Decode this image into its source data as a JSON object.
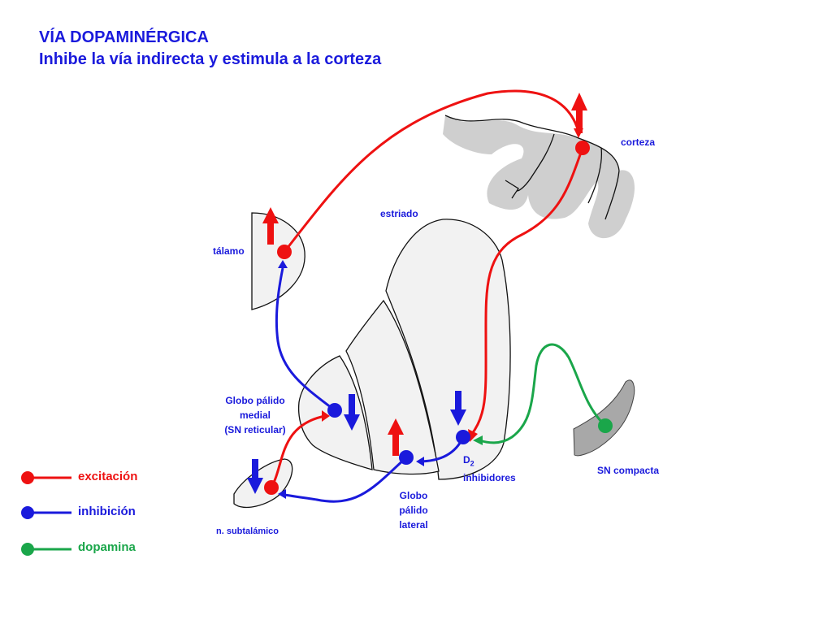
{
  "title": {
    "line1": "VÍA DOPAMINÉRGICA",
    "line2": "Inhibe la vía indirecta y estimula a la corteza"
  },
  "labels": {
    "corteza": "corteza",
    "estriado": "estriado",
    "talamo": "tálamo",
    "gpm_line1": "Globo pálido",
    "gpm_line2": "medial",
    "gpm_line3": "(SN reticular)",
    "d2_main": "D",
    "d2_sub": "2",
    "d2_line2": "inhibidores",
    "sn_compacta": "SN compacta",
    "gpl_line1": "Globo",
    "gpl_line2": "pálido",
    "gpl_line3": "lateral",
    "subtalamico": "n. subtalámico"
  },
  "legend": [
    {
      "label": "excitación",
      "color": "#ee1111"
    },
    {
      "label": "inhibición",
      "color": "#1a1adc"
    },
    {
      "label": "dopamina",
      "color": "#1aa64a"
    }
  ],
  "colors": {
    "excitation": "#ee1111",
    "inhibition": "#1a1adc",
    "dopamine": "#1aa64a",
    "label": "#1a1adc",
    "structure_fill": "#f2f2f2",
    "cortex_fill": "#cfcfcf",
    "sn_fill": "#a8a8a8"
  }
}
